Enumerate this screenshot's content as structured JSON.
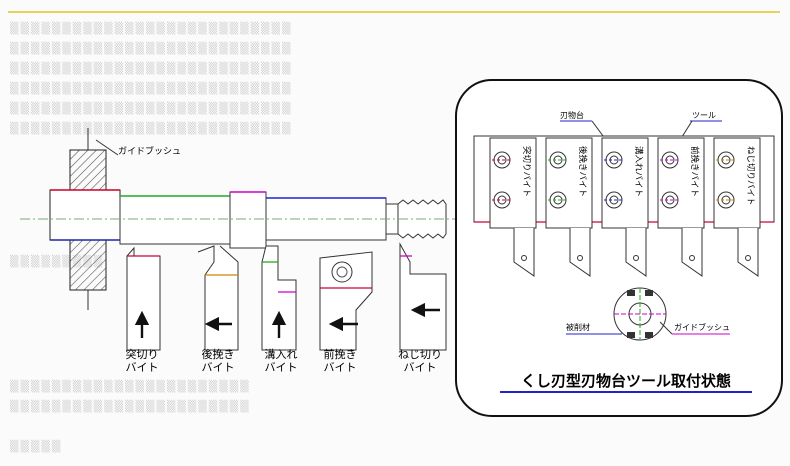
{
  "left_diagram": {
    "guide_bush_label": "ガイドブッシュ",
    "tools": [
      {
        "name": "突切り\nバイト",
        "direction": "up"
      },
      {
        "name": "後挽き\nバイト",
        "direction": "left"
      },
      {
        "name": "溝入れ\nバイト",
        "direction": "up"
      },
      {
        "name": "前挽き\nバイト",
        "direction": "left"
      },
      {
        "name": "ねじ切り\nバイト",
        "direction": "left"
      }
    ]
  },
  "right_panel": {
    "title": "くし刃型刃物台ツール取付状態",
    "tool_holder_label": "刃物台",
    "tool_label": "ツール",
    "material_label": "被削材",
    "guide_bush_label": "ガイドブッシュ",
    "vertical_tools": [
      "突切りバイト",
      "後挽きバイト",
      "溝入れバイト",
      "前挽きバイト",
      "ねじ切りバイト"
    ]
  }
}
